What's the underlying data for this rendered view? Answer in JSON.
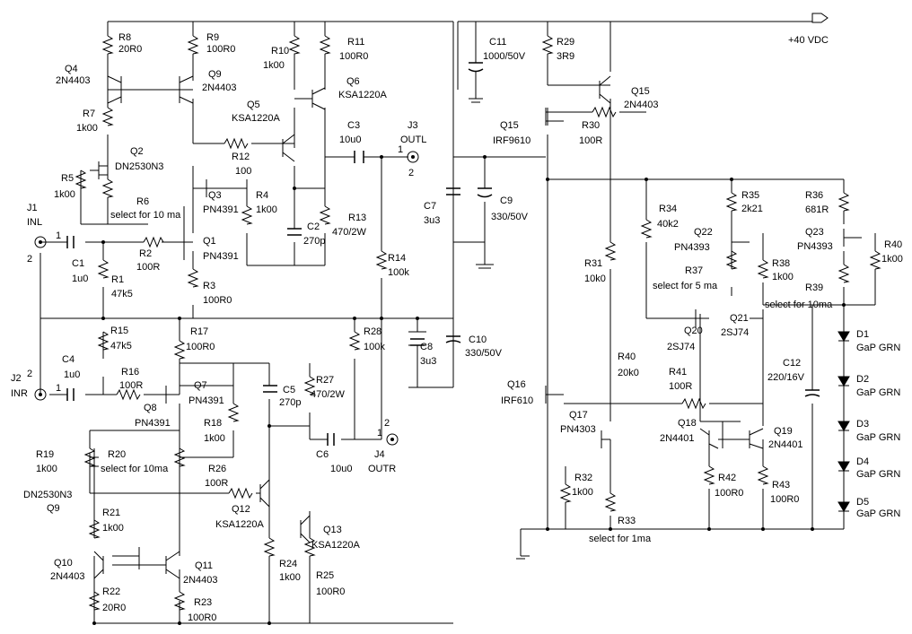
{
  "supply_label": "+40 VDC",
  "labels": [
    {
      "id": "R8",
      "t": "R8"
    },
    {
      "id": "R8v",
      "t": "20R0"
    },
    {
      "id": "R9",
      "t": "R9"
    },
    {
      "id": "R9v",
      "t": "100R0"
    },
    {
      "id": "Q4",
      "t": "Q4"
    },
    {
      "id": "Q4v",
      "t": "2N4403"
    },
    {
      "id": "Q9",
      "t": "Q9"
    },
    {
      "id": "Q9v",
      "t": "2N4403"
    },
    {
      "id": "R10",
      "t": "R10"
    },
    {
      "id": "R10v",
      "t": "1k00"
    },
    {
      "id": "R11",
      "t": "R11"
    },
    {
      "id": "R11v",
      "t": "100R0"
    },
    {
      "id": "Q6",
      "t": "Q6"
    },
    {
      "id": "Q6v",
      "t": "KSA1220A"
    },
    {
      "id": "Q5",
      "t": "Q5"
    },
    {
      "id": "Q5v",
      "t": "KSA1220A"
    },
    {
      "id": "R7",
      "t": "R7"
    },
    {
      "id": "R7v",
      "t": "1k00"
    },
    {
      "id": "Q2",
      "t": "Q2"
    },
    {
      "id": "Q2v",
      "t": "DN2530N3"
    },
    {
      "id": "R12",
      "t": "R12"
    },
    {
      "id": "R12v",
      "t": "100"
    },
    {
      "id": "C3",
      "t": "C3"
    },
    {
      "id": "C3v",
      "t": "10u0"
    },
    {
      "id": "J3",
      "t": "J3"
    },
    {
      "id": "J3v",
      "t": "OUTL"
    },
    {
      "id": "R5",
      "t": "R5"
    },
    {
      "id": "R5v",
      "t": "1k00"
    },
    {
      "id": "R6",
      "t": "R6"
    },
    {
      "id": "R6v",
      "t": "select for 10 ma"
    },
    {
      "id": "Q3",
      "t": "Q3"
    },
    {
      "id": "Q3v",
      "t": "PN4391"
    },
    {
      "id": "R4",
      "t": "R4"
    },
    {
      "id": "R4v",
      "t": "1k00"
    },
    {
      "id": "C2",
      "t": "C2"
    },
    {
      "id": "C2v",
      "t": "270p"
    },
    {
      "id": "R13",
      "t": "R13"
    },
    {
      "id": "R13v",
      "t": "470/2W"
    },
    {
      "id": "J1",
      "t": "J1"
    },
    {
      "id": "J1v",
      "t": "INL"
    },
    {
      "id": "Q1",
      "t": "Q1"
    },
    {
      "id": "Q1v",
      "t": "PN4391"
    },
    {
      "id": "R2",
      "t": "R2"
    },
    {
      "id": "R2v",
      "t": "100R"
    },
    {
      "id": "C1",
      "t": "C1"
    },
    {
      "id": "C1v",
      "t": "1u0"
    },
    {
      "id": "R1",
      "t": "R1"
    },
    {
      "id": "R1v",
      "t": "47k5"
    },
    {
      "id": "R3",
      "t": "R3"
    },
    {
      "id": "R3v",
      "t": "100R0"
    },
    {
      "id": "R14",
      "t": "R14"
    },
    {
      "id": "R14v",
      "t": "100k"
    },
    {
      "id": "C7",
      "t": "C7"
    },
    {
      "id": "C7v",
      "t": "3u3"
    },
    {
      "id": "C11",
      "t": "C11"
    },
    {
      "id": "C11v",
      "t": "1000/50V"
    },
    {
      "id": "R29",
      "t": "R29"
    },
    {
      "id": "R29v",
      "t": "3R9"
    },
    {
      "id": "Q15b",
      "t": "Q15"
    },
    {
      "id": "Q15bv",
      "t": "2N4403"
    },
    {
      "id": "Q15",
      "t": "Q15"
    },
    {
      "id": "Q15v",
      "t": "IRF9610"
    },
    {
      "id": "R30",
      "t": "R30"
    },
    {
      "id": "R30v",
      "t": "100R"
    },
    {
      "id": "C9",
      "t": "C9"
    },
    {
      "id": "C9v",
      "t": "330/50V"
    },
    {
      "id": "R34",
      "t": "R34"
    },
    {
      "id": "R34v",
      "t": "40k2"
    },
    {
      "id": "R35",
      "t": "R35"
    },
    {
      "id": "R35v",
      "t": "2k21"
    },
    {
      "id": "R36",
      "t": "R36"
    },
    {
      "id": "R36v",
      "t": "681R"
    },
    {
      "id": "Q22",
      "t": "Q22"
    },
    {
      "id": "Q22v",
      "t": "PN4393"
    },
    {
      "id": "Q23",
      "t": "Q23"
    },
    {
      "id": "Q23v",
      "t": "PN4393"
    },
    {
      "id": "R40a",
      "t": "R40"
    },
    {
      "id": "R40av",
      "t": "1k00"
    },
    {
      "id": "R31",
      "t": "R31"
    },
    {
      "id": "R31v",
      "t": "10k0"
    },
    {
      "id": "R37",
      "t": "R37"
    },
    {
      "id": "R37v",
      "t": "select for 5 ma"
    },
    {
      "id": "R38",
      "t": "R38"
    },
    {
      "id": "R38v",
      "t": "1k00"
    },
    {
      "id": "R39",
      "t": "R39"
    },
    {
      "id": "R39v",
      "t": "select for 10ma"
    },
    {
      "id": "J2",
      "t": "J2"
    },
    {
      "id": "J2v",
      "t": "INR"
    },
    {
      "id": "C4",
      "t": "C4"
    },
    {
      "id": "C4v",
      "t": "1u0"
    },
    {
      "id": "R15",
      "t": "R15"
    },
    {
      "id": "R15v",
      "t": "47k5"
    },
    {
      "id": "R17",
      "t": "R17"
    },
    {
      "id": "R17v",
      "t": "100R0"
    },
    {
      "id": "R28",
      "t": "R28"
    },
    {
      "id": "R28v",
      "t": "100k"
    },
    {
      "id": "C8",
      "t": "C8"
    },
    {
      "id": "C8v",
      "t": "3u3"
    },
    {
      "id": "C10",
      "t": "C10"
    },
    {
      "id": "C10v",
      "t": "330/50V"
    },
    {
      "id": "Q20",
      "t": "Q20"
    },
    {
      "id": "Q20v",
      "t": "2SJ74"
    },
    {
      "id": "Q21",
      "t": "Q21"
    },
    {
      "id": "Q21v",
      "t": "2SJ74"
    },
    {
      "id": "C12",
      "t": "C12"
    },
    {
      "id": "C12v",
      "t": "220/16V"
    },
    {
      "id": "D1",
      "t": "D1"
    },
    {
      "id": "D1v",
      "t": "GaP GRN"
    },
    {
      "id": "D2",
      "t": "D2"
    },
    {
      "id": "D2v",
      "t": "GaP GRN"
    },
    {
      "id": "D3",
      "t": "D3"
    },
    {
      "id": "D3v",
      "t": "GaP GRN"
    },
    {
      "id": "D4",
      "t": "D4"
    },
    {
      "id": "D4v",
      "t": "GaP GRN"
    },
    {
      "id": "D5",
      "t": "D5"
    },
    {
      "id": "D5v",
      "t": "GaP GRN"
    },
    {
      "id": "R16",
      "t": "R16"
    },
    {
      "id": "R16v",
      "t": "100R"
    },
    {
      "id": "Q8",
      "t": "Q8"
    },
    {
      "id": "Q8v",
      "t": "PN4391"
    },
    {
      "id": "Q7",
      "t": "Q7"
    },
    {
      "id": "Q7v",
      "t": "PN4391"
    },
    {
      "id": "C5",
      "t": "C5"
    },
    {
      "id": "C5v",
      "t": "270p"
    },
    {
      "id": "R27",
      "t": "R27"
    },
    {
      "id": "R27v",
      "t": "470/2W"
    },
    {
      "id": "R40",
      "t": "R40"
    },
    {
      "id": "R40v",
      "t": "20k0"
    },
    {
      "id": "R41",
      "t": "R41"
    },
    {
      "id": "R41v",
      "t": "100R"
    },
    {
      "id": "Q16",
      "t": "Q16"
    },
    {
      "id": "Q16v",
      "t": "IRF610"
    },
    {
      "id": "R18",
      "t": "R18"
    },
    {
      "id": "R18v",
      "t": "1k00"
    },
    {
      "id": "Q17",
      "t": "Q17"
    },
    {
      "id": "Q17v",
      "t": "PN4303"
    },
    {
      "id": "Q18",
      "t": "Q18"
    },
    {
      "id": "Q18v",
      "t": "2N4401"
    },
    {
      "id": "Q19",
      "t": "Q19"
    },
    {
      "id": "Q19v",
      "t": "2N4401"
    },
    {
      "id": "R19",
      "t": "R19"
    },
    {
      "id": "R19v",
      "t": "1k00"
    },
    {
      "id": "R20",
      "t": "R20"
    },
    {
      "id": "R20v",
      "t": "select for 10ma"
    },
    {
      "id": "C6",
      "t": "C6"
    },
    {
      "id": "C6v",
      "t": "10u0"
    },
    {
      "id": "J4",
      "t": "J4"
    },
    {
      "id": "J4v",
      "t": "OUTR"
    },
    {
      "id": "R26",
      "t": "R26"
    },
    {
      "id": "R26v",
      "t": "100R"
    },
    {
      "id": "Q9b",
      "t": "DN2530N3"
    },
    {
      "id": "Q9bv",
      "t": "Q9"
    },
    {
      "id": "Q12",
      "t": "Q12"
    },
    {
      "id": "Q12v",
      "t": "KSA1220A"
    },
    {
      "id": "Q13",
      "t": "Q13"
    },
    {
      "id": "Q13v",
      "t": "KSA1220A"
    },
    {
      "id": "R32",
      "t": "R32"
    },
    {
      "id": "R32v",
      "t": "1k00"
    },
    {
      "id": "R42",
      "t": "R42"
    },
    {
      "id": "R42v",
      "t": "100R0"
    },
    {
      "id": "R43",
      "t": "R43"
    },
    {
      "id": "R43v",
      "t": "100R0"
    },
    {
      "id": "R21",
      "t": "R21"
    },
    {
      "id": "R21v",
      "t": "1k00"
    },
    {
      "id": "R33",
      "t": "R33"
    },
    {
      "id": "R33v",
      "t": "select for 1ma"
    },
    {
      "id": "R24",
      "t": "R24"
    },
    {
      "id": "R24v",
      "t": "1k00"
    },
    {
      "id": "R25",
      "t": "R25"
    },
    {
      "id": "R25v",
      "t": "100R0"
    },
    {
      "id": "Q10",
      "t": "Q10"
    },
    {
      "id": "Q10v",
      "t": "2N4403"
    },
    {
      "id": "Q11",
      "t": "Q11"
    },
    {
      "id": "Q11v",
      "t": "2N4403"
    },
    {
      "id": "R22",
      "t": "R22"
    },
    {
      "id": "R22v",
      "t": "20R0"
    },
    {
      "id": "R23",
      "t": "R23"
    },
    {
      "id": "R23v",
      "t": "100R0"
    }
  ],
  "pins": [
    "1",
    "2",
    "1",
    "2",
    "1",
    "2",
    "1",
    "2"
  ]
}
